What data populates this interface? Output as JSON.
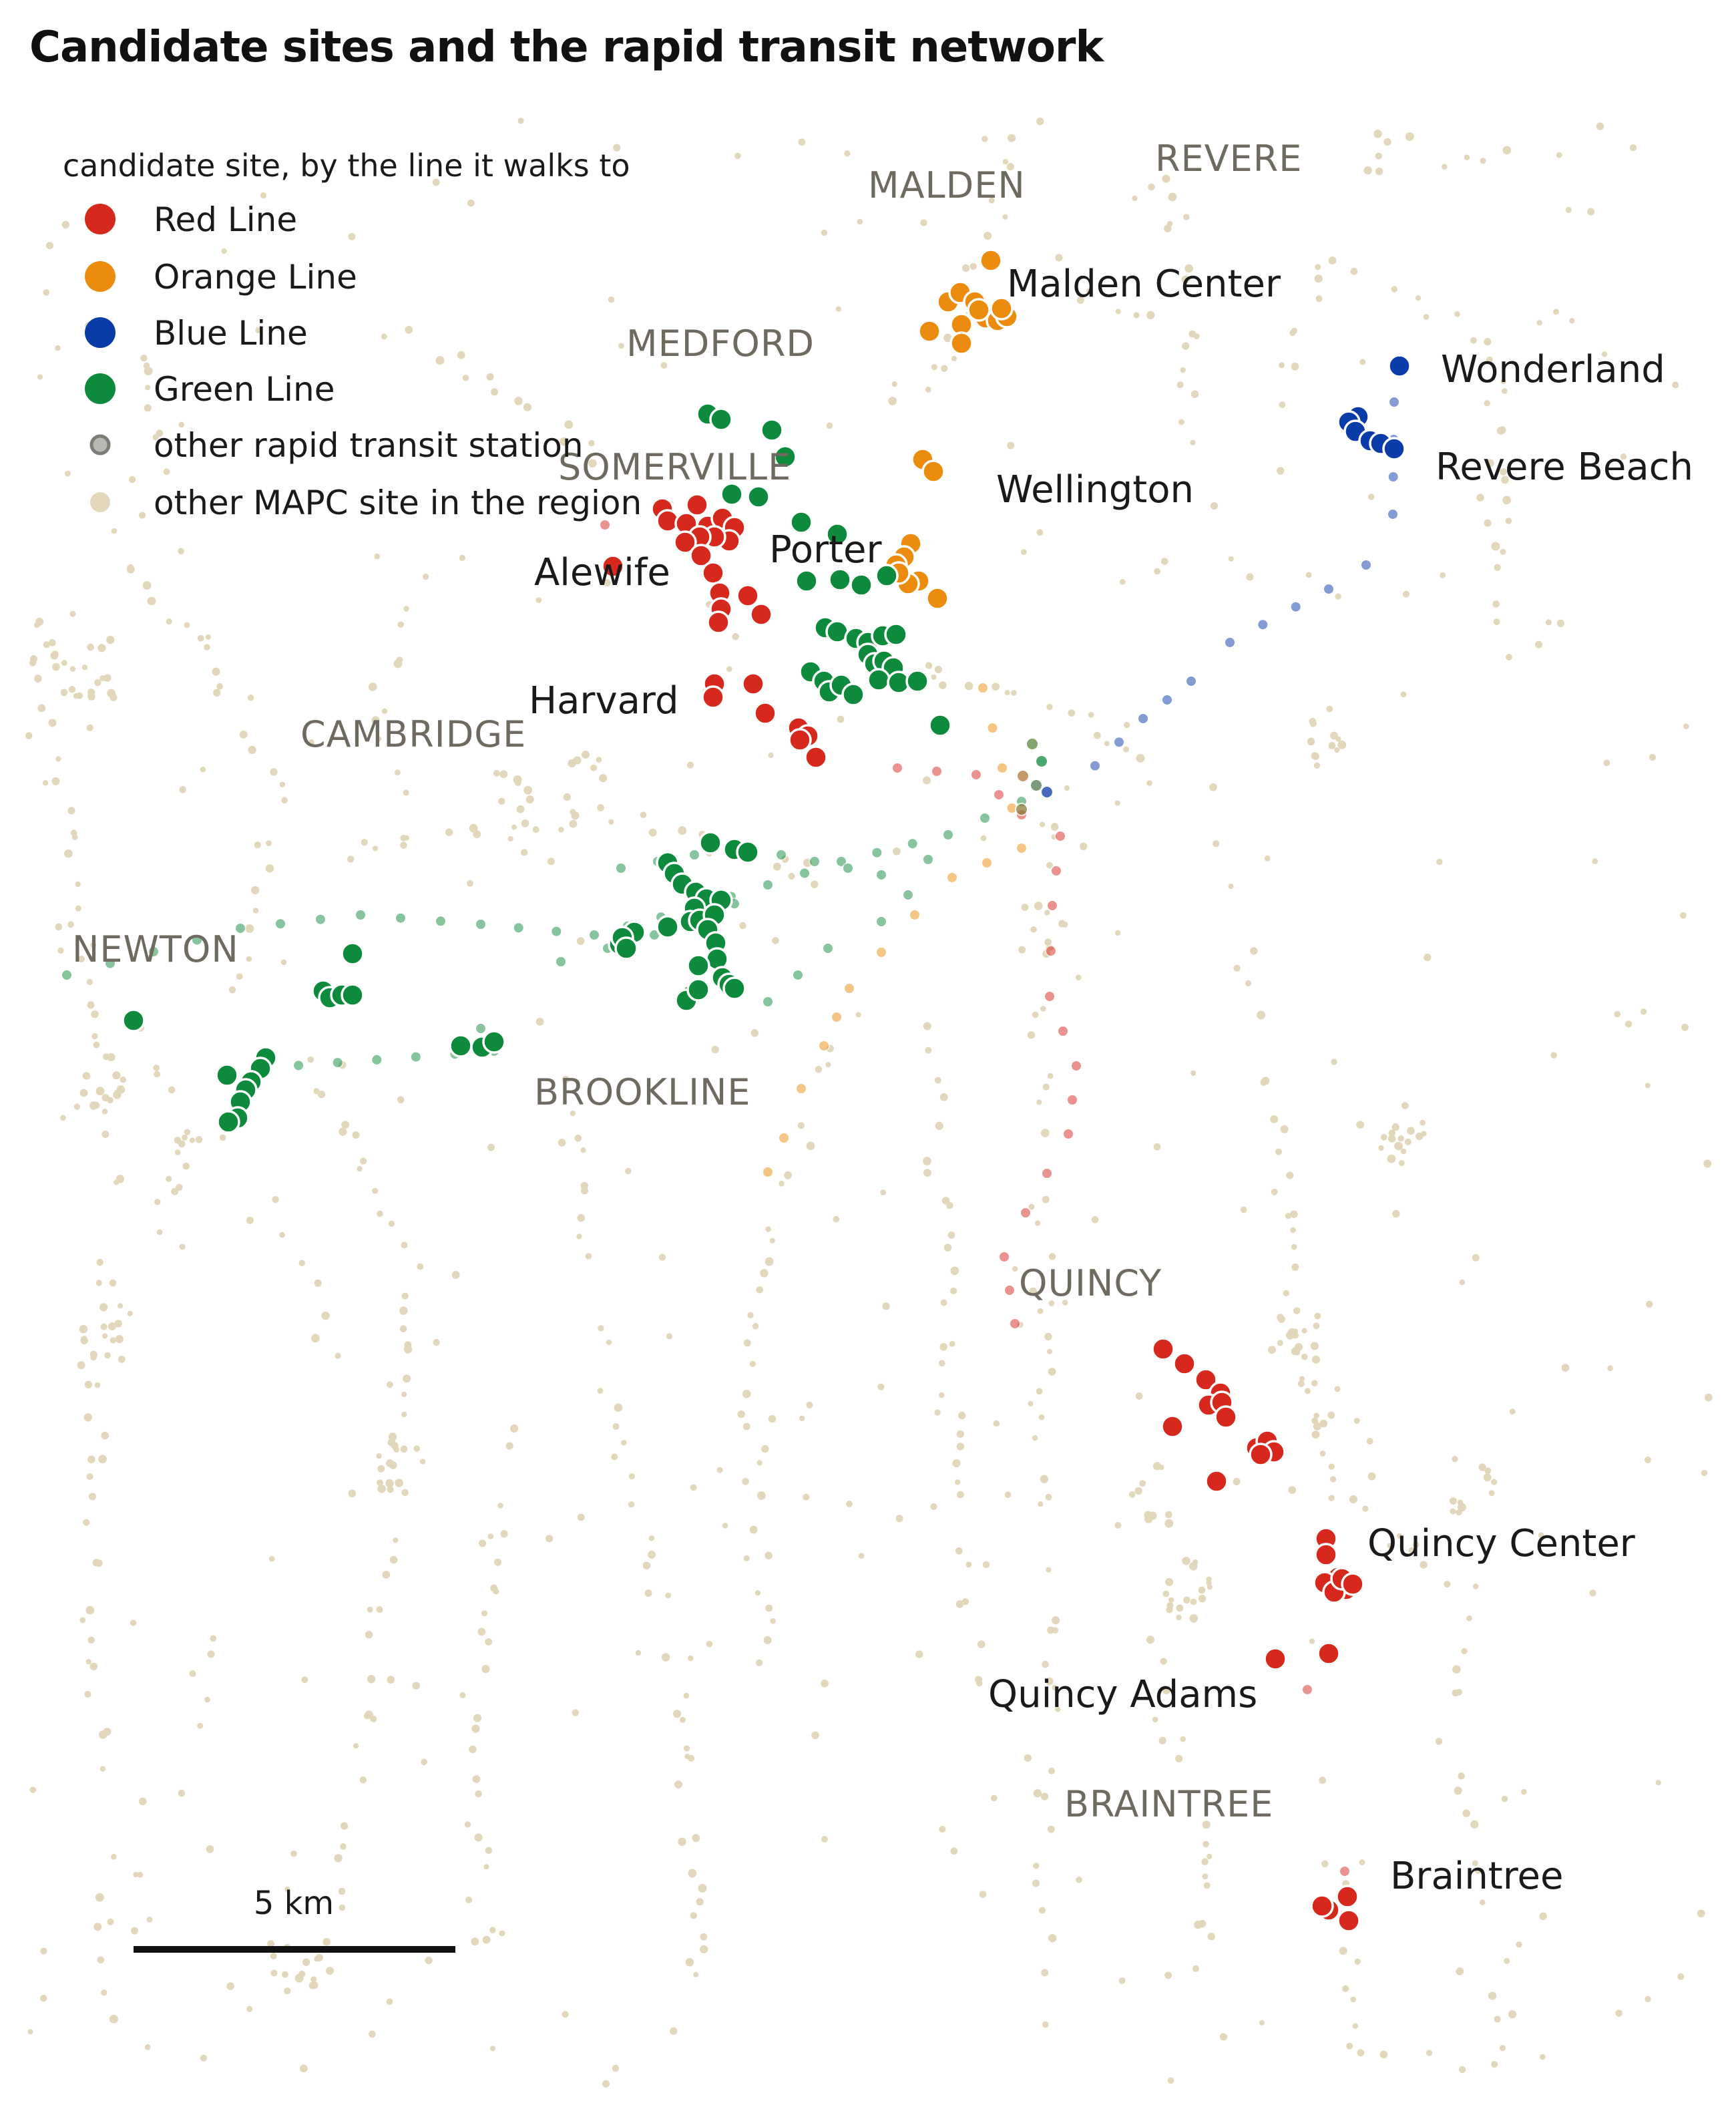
{
  "title": "Candidate sites and the rapid transit network",
  "colors": {
    "red": "#d7281e",
    "orange": "#ec8c0e",
    "blue": "#0a3ca8",
    "green": "#0d8a3c",
    "station": "#9a9a94",
    "region": "#e2d6bb"
  },
  "legend": {
    "title": "candidate site, by the line it walks to",
    "items": [
      {
        "label": "Red Line",
        "color": "#d7281e",
        "kind": "site"
      },
      {
        "label": "Orange Line",
        "color": "#ec8c0e",
        "kind": "site"
      },
      {
        "label": "Blue Line",
        "color": "#0a3ca8",
        "kind": "site"
      },
      {
        "label": "Green Line",
        "color": "#0d8a3c",
        "kind": "site"
      },
      {
        "label": "other rapid transit station",
        "color": "#9a9a94",
        "kind": "station"
      },
      {
        "label": "other MAPC site in the region",
        "color": "#e2d6bb",
        "kind": "region"
      }
    ]
  },
  "towns": [
    "MALDEN",
    "REVERE",
    "MEDFORD",
    "SOMERVILLE",
    "CAMBRIDGE",
    "NEWTON",
    "BROOKLINE",
    "QUINCY",
    "BRAINTREE"
  ],
  "stations": [
    "Malden Center",
    "Wonderland",
    "Revere Beach",
    "Wellington",
    "Porter",
    "Alewife",
    "Harvard",
    "Quincy Center",
    "Quincy Adams",
    "Braintree"
  ],
  "scale_bar": {
    "label": "5 km"
  }
}
